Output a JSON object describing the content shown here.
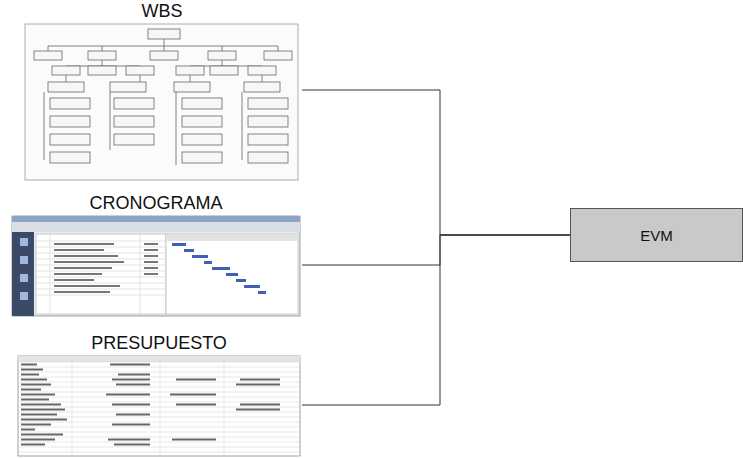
{
  "diagram": {
    "nodes": [
      {
        "text": [
          "WBS"
        ]
      },
      {
        "text": [
          "CRONOGRAMA"
        ]
      },
      {
        "text": [
          "PRESUPUESTO"
        ]
      },
      {
        "text": [
          "EVM"
        ]
      }
    ],
    "edges": [
      {
        "from": 0,
        "to": 3,
        "arrow": "none"
      },
      {
        "from": 1,
        "to": 3,
        "arrow": "none"
      },
      {
        "from": 2,
        "to": 3,
        "arrow": "none"
      }
    ]
  }
}
